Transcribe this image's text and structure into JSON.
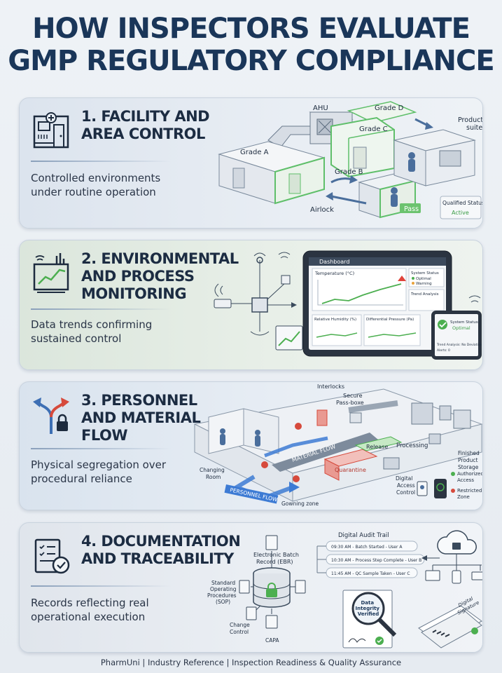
{
  "header": {
    "title_line1": "HOW INSPECTORS EVALUATE",
    "title_line2": "GMP REGULATORY COMPLIANCE"
  },
  "sections": [
    {
      "title_lines": [
        "1. FACILITY AND",
        "AREA CONTROL"
      ],
      "subtitle_lines": [
        "Controlled environments",
        "under routine operation"
      ],
      "icon": "cleanroom-icon",
      "labels": {
        "ahu": "AHU",
        "grade_d": "Grade D",
        "grade_c": "Grade C",
        "grade_a": "Grade A",
        "grade_b": "Grade B",
        "production_lines": [
          "Production",
          "suite"
        ],
        "airlock": "Airlock",
        "pass": "Pass",
        "qualified_status": "Qualified Status:",
        "active": "Active"
      }
    },
    {
      "title_lines": [
        "2. ENVIRONMENTAL",
        "AND PROCESS",
        "MONITORING"
      ],
      "subtitle_lines": [
        "Data trends confirming",
        "sustained control"
      ],
      "icon": "trend-chart-icon",
      "labels": {
        "dashboard": "Dashboard",
        "temperature": "Temperature (°C)",
        "system_status": "System Status",
        "optimal": "Optimal",
        "warning": "Warning",
        "trend_analysis": "Trend Analysis",
        "relative_humidity": "Relative Humidity (%)",
        "differential_pressure": "Differential Pressure (Pa)",
        "tablet_status": "System Status:",
        "tablet_optimal": "Optimal",
        "tablet_trend": "Trend Analysis: No Deviation",
        "tablet_alerts": "Alerts: 0"
      }
    },
    {
      "title_lines": [
        "3. PERSONNEL",
        "AND MATERIAL",
        "FLOW"
      ],
      "subtitle_lines": [
        "Physical segregation over",
        "procedural reliance"
      ],
      "icon": "split-arrows-lock-icon",
      "labels": {
        "interlocks": "Interlocks",
        "secure_lines": [
          "Secure",
          "Pass-boxe"
        ],
        "material_flow": "MATERIAL FLOW",
        "release": "Release",
        "processing": "Processing",
        "quarantine": "Quarantine",
        "finished_lines": [
          "Finished",
          "Product",
          "Storage"
        ],
        "changing_lines": [
          "Changing",
          "Room"
        ],
        "personnel_flow": "PERSONNEL FLOW",
        "gowning_zone": "Gowning zone",
        "digital_lines": [
          "Digital",
          "Access",
          "Control"
        ],
        "authorized_lines": [
          "Authorized",
          "Access"
        ],
        "restricted_lines": [
          "Restricted",
          "Zone"
        ]
      }
    },
    {
      "title_lines": [
        "4. DOCUMENTATION",
        "AND TRACEABILITY"
      ],
      "subtitle_lines": [
        "Records reflecting real",
        "operational execution"
      ],
      "icon": "checklist-icon",
      "labels": {
        "ebr_lines": [
          "Electronic Batch",
          "Record (EBR)"
        ],
        "sop_lines": [
          "Standard",
          "Operating",
          "Procedures",
          "(SOP)"
        ],
        "change_lines": [
          "Change",
          "Control"
        ],
        "capa": "CAPA",
        "audit_trail": "Digital Audit Trail",
        "audit_entries": [
          "09:30 AM - Batch Started - User A",
          "10:30 AM - Process Step Complete - User B",
          "11:45 AM - QC Sample Taken - User C"
        ],
        "integrity_lines": [
          "Data",
          "Integrity",
          "Verified"
        ],
        "digital_signature_lines": [
          "Digital",
          "Signature"
        ]
      }
    }
  ],
  "footer": {
    "text": "PharmUni | Industry Reference | Inspection Readiness & Quality Assurance"
  }
}
